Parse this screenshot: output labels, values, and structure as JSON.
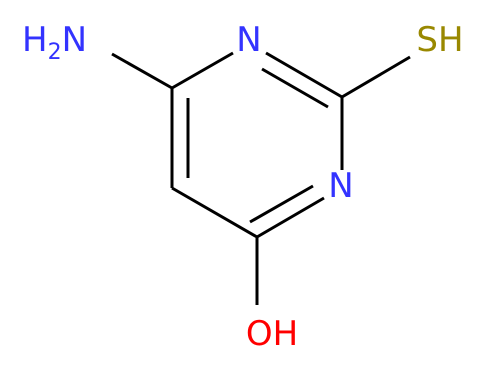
{
  "molecule": {
    "atoms": {
      "amine": {
        "main": "H",
        "subscript": "2",
        "tail": "N",
        "color": "#3333ff"
      },
      "n_top": {
        "label": "N",
        "color": "#3333ff"
      },
      "n_mid": {
        "label": "N",
        "color": "#3333ff"
      },
      "thiol": {
        "label": "SH",
        "color": "#998800"
      },
      "hydroxyl": {
        "label": "OH",
        "color": "#ff0000"
      }
    },
    "bond_color": "#000000"
  }
}
